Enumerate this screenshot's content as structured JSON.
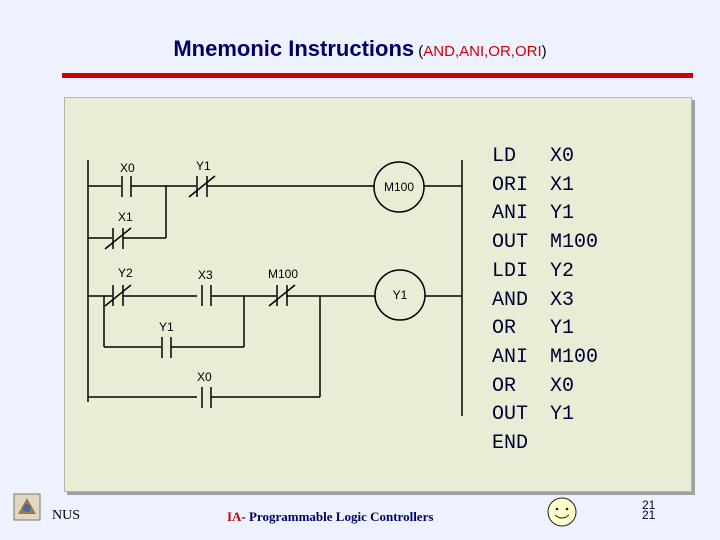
{
  "title": {
    "main": "Mnemonic Instructions",
    "paren_open": " (",
    "ops": "AND,ANI,OR,ORI",
    "paren_close": ")"
  },
  "diagram": {
    "contacts": {
      "x0_top": "X0",
      "y1_top": "Y1",
      "x1": "X1",
      "y2": "Y2",
      "x3": "X3",
      "m100": "M100",
      "y1_mid": "Y1",
      "x0_bot": "X0"
    },
    "coils": {
      "m100": "M100",
      "y1": "Y1"
    }
  },
  "mnemonics": [
    {
      "op": "LD",
      "arg": "X0"
    },
    {
      "op": "ORI",
      "arg": "X1"
    },
    {
      "op": "ANI",
      "arg": "Y1"
    },
    {
      "op": "OUT",
      "arg": "M100"
    },
    {
      "op": "LDI",
      "arg": "Y2"
    },
    {
      "op": "AND",
      "arg": "X3"
    },
    {
      "op": "OR",
      "arg": "Y1"
    },
    {
      "op": "ANI",
      "arg": "M100"
    },
    {
      "op": "OR",
      "arg": "X0"
    },
    {
      "op": "OUT",
      "arg": "Y1"
    },
    {
      "op": "END",
      "arg": ""
    }
  ],
  "footer": {
    "nus": "NUS",
    "ia": "IA",
    "course": "- Programmable Logic Controllers",
    "page": "21",
    "page2": "21"
  },
  "colors": {
    "accent_red": "#cc0000",
    "title_blue": "#000066",
    "panel_bg": "#e8eed6",
    "page_bg": "#eef2ff"
  }
}
